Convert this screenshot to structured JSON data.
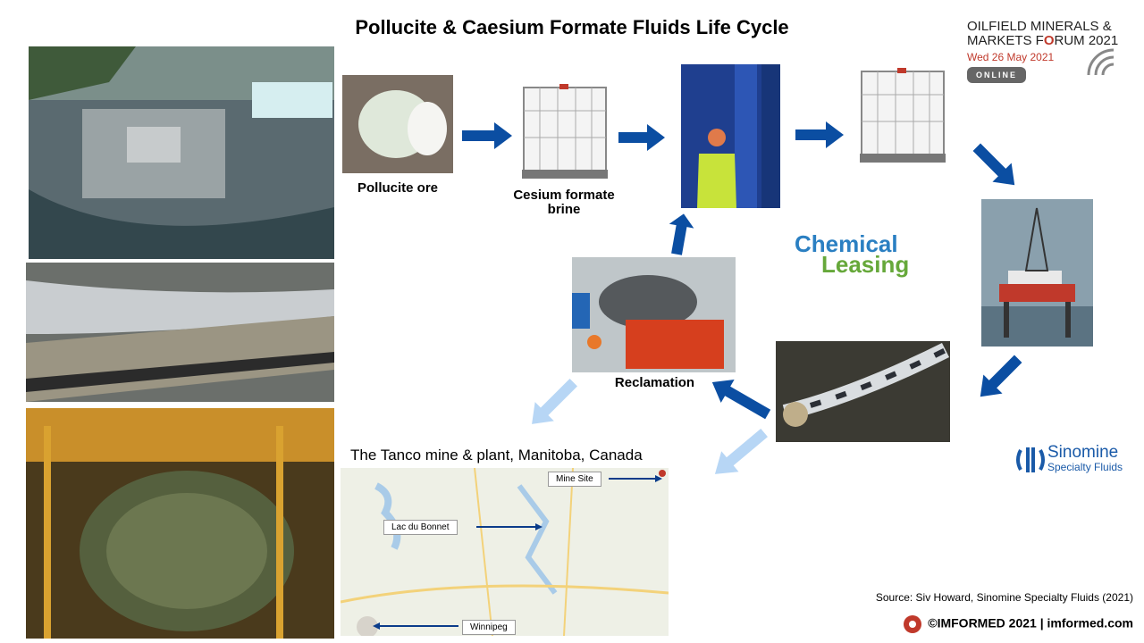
{
  "slide": {
    "title": "Pollucite & Caesium Formate Fluids Life Cycle",
    "labels": {
      "pollucite": "Pollucite ore",
      "brine_line1": "Cesium formate",
      "brine_line2": "brine",
      "reclamation": "Reclamation",
      "tanco": "The Tanco mine & plant, Manitoba, Canada"
    },
    "map_labels": {
      "mine_site": "Mine Site",
      "lac": "Lac du Bonnet",
      "winnipeg": "Winnipeg"
    },
    "forum": {
      "line1": "OILFIELD MINERALS &",
      "line2a": "MARKETS F",
      "line2b": "O",
      "line2c": "RUM 2021",
      "date": "Wed 26 May 2021",
      "online": "ONLINE"
    },
    "chemical_leasing": {
      "line1": "Chemical",
      "line2": "Leasing"
    },
    "sinomine": {
      "name": "Sinomine",
      "sub": "Specialty Fluids"
    },
    "source": "Source: Siv Howard, Sinomine Specialty Fluids (2021)",
    "copyright": "©IMFORMED 2021  | imformed.com"
  },
  "colors": {
    "arrow_dark": "#0b4ea2",
    "arrow_light": "#b7d6f5",
    "accent": "#c0392b"
  }
}
